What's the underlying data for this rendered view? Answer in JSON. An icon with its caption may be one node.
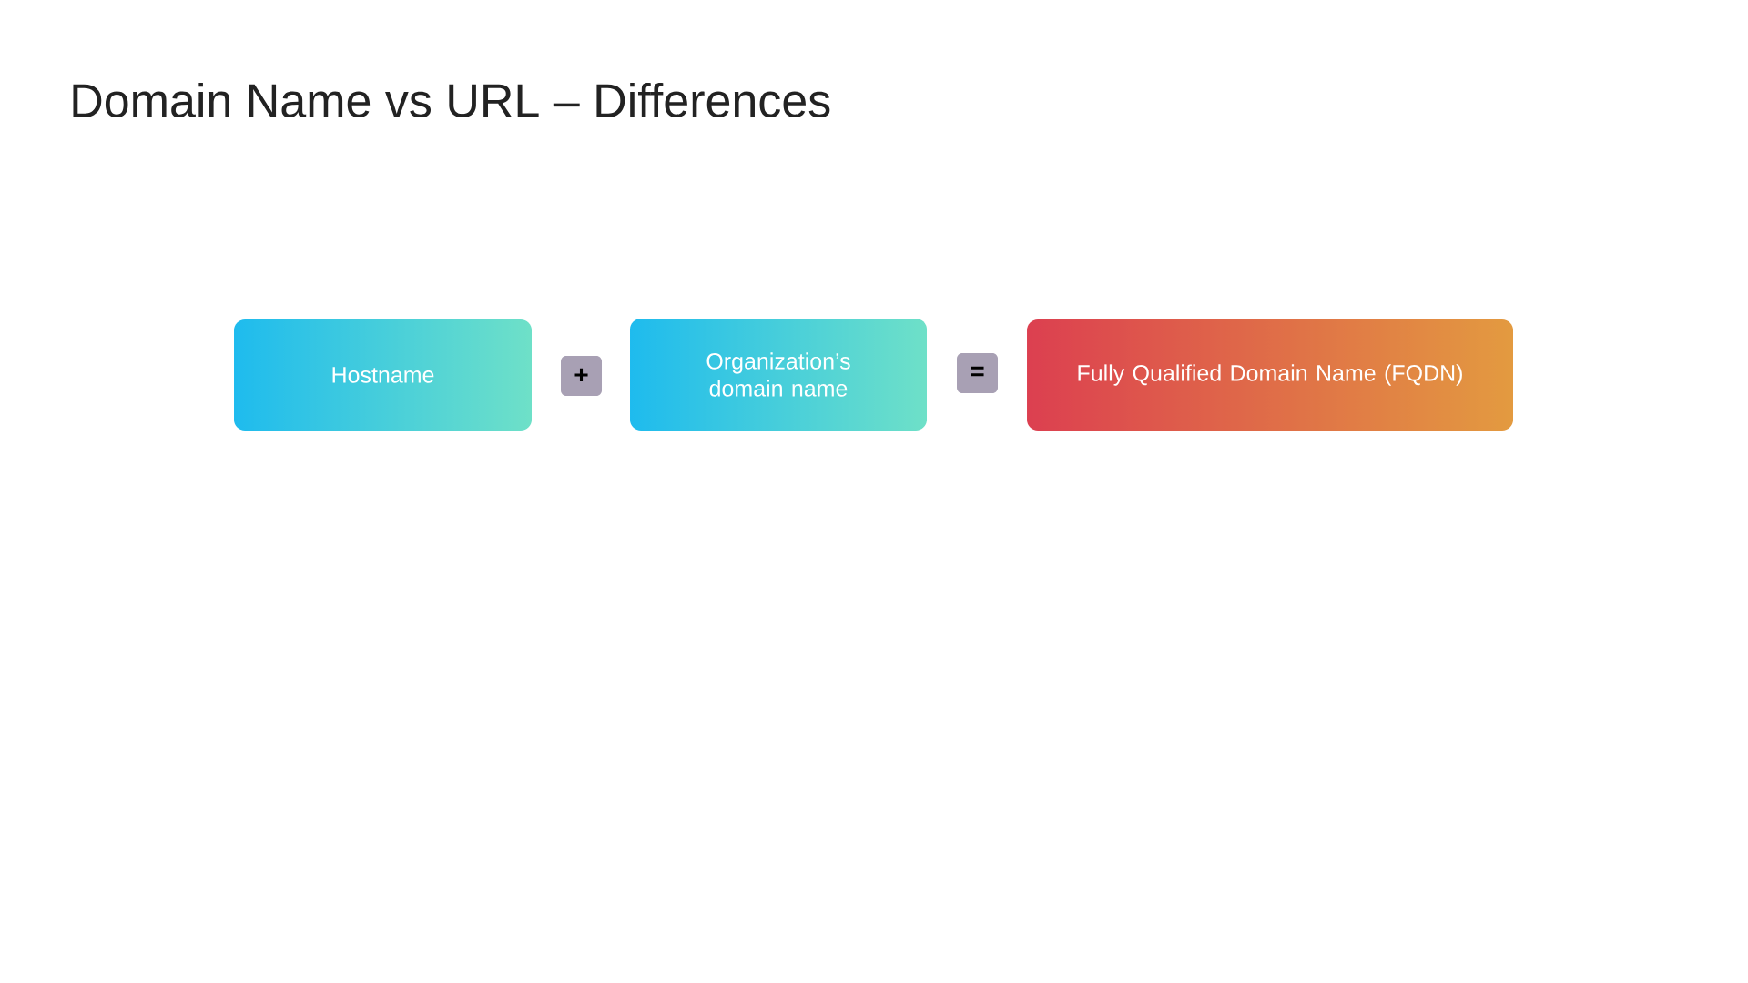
{
  "diagram": {
    "title": "Domain Name vs URL – Differences",
    "nodes": [
      {
        "text": [
          "Hostname"
        ]
      },
      {
        "text": [
          "+"
        ]
      },
      {
        "text": [
          "Organization’s domain name"
        ]
      },
      {
        "text": [
          "="
        ]
      },
      {
        "text": [
          "Fully Qualified Domain Name (FQDN)"
        ]
      }
    ]
  }
}
